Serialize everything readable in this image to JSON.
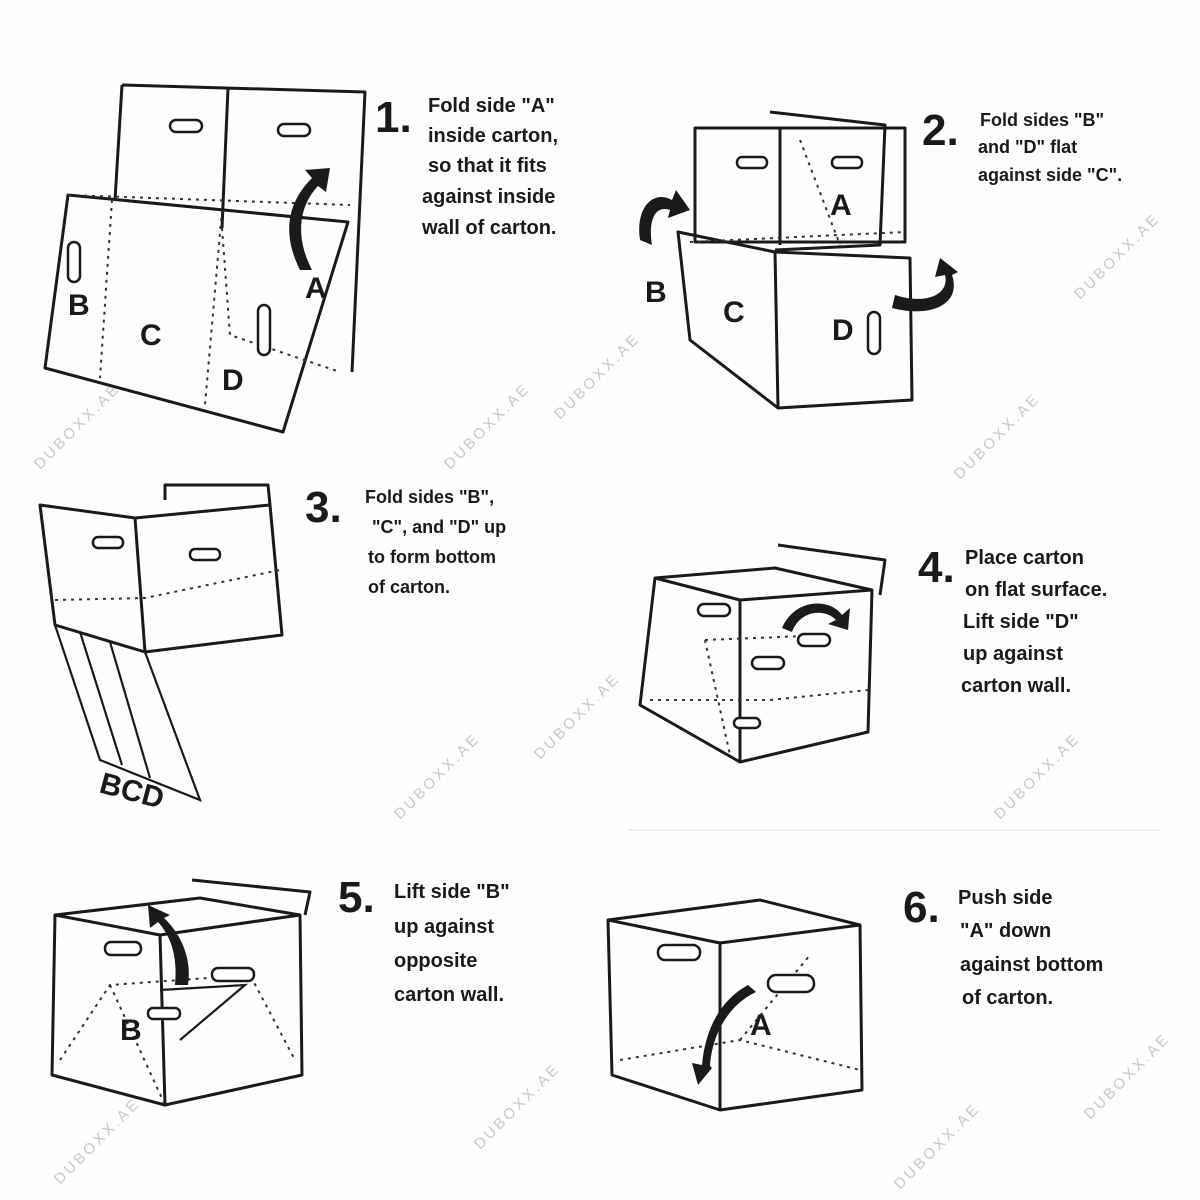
{
  "watermark": "DUBOXX.AE",
  "steps": [
    {
      "number": "1.",
      "lines": [
        "Fold side \"A\"",
        "inside carton,",
        "so that it fits",
        "against inside",
        "wall of carton."
      ],
      "labels": [
        "A",
        "B",
        "C",
        "D"
      ]
    },
    {
      "number": "2.",
      "lines": [
        "Fold sides \"B\"",
        "and \"D\" flat",
        "against side \"C\"."
      ],
      "labels": [
        "A",
        "B",
        "C",
        "D"
      ]
    },
    {
      "number": "3.",
      "lines": [
        "Fold sides \"B\",",
        "\"C\", and \"D\" up",
        "to form bottom",
        "of carton."
      ],
      "labels": [
        "BCD"
      ]
    },
    {
      "number": "4.",
      "lines": [
        "Place carton",
        "on flat surface.",
        "Lift side \"D\"",
        "up against",
        "carton wall."
      ]
    },
    {
      "number": "5.",
      "lines": [
        "Lift side \"B\"",
        "up against",
        "opposite",
        "carton wall."
      ],
      "labels": [
        "B"
      ]
    },
    {
      "number": "6.",
      "lines": [
        "Push side",
        "\"A\" down",
        "against bottom",
        "of carton."
      ],
      "labels": [
        "A"
      ]
    }
  ]
}
